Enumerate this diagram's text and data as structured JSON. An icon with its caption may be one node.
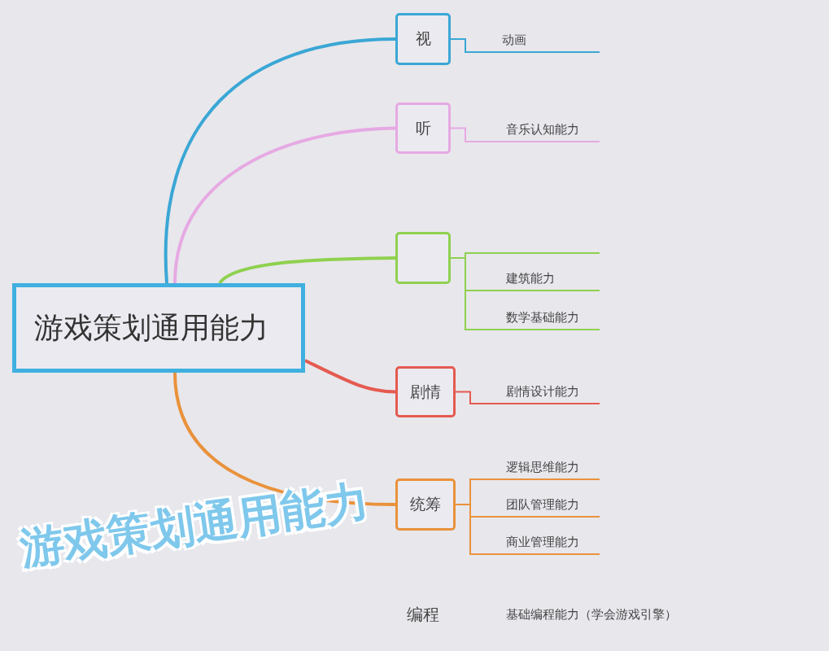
{
  "diagram": {
    "title": "游戏策划通用能力",
    "nodes": [
      {
        "text": [
          "游戏策划通用能力"
        ]
      },
      {
        "text": [
          "视"
        ]
      },
      {
        "text": [
          "动画"
        ]
      },
      {
        "text": [
          "听"
        ]
      },
      {
        "text": [
          "音乐认知能力"
        ]
      },
      {
        "text": [],
        "shape": "box"
      },
      {
        "text": [],
        "shape": "bar"
      },
      {
        "text": [
          "建筑能力"
        ]
      },
      {
        "text": [
          "数学基础能力"
        ]
      },
      {
        "text": [
          "剧情"
        ]
      },
      {
        "text": [
          "剧情设计能力"
        ]
      },
      {
        "text": [
          "统筹"
        ]
      },
      {
        "text": [
          "逻辑思维能力"
        ]
      },
      {
        "text": [
          "团队管理能力"
        ]
      },
      {
        "text": [
          "商业管理能力"
        ]
      }
    ],
    "edges": [
      {
        "from": 0,
        "to": 1,
        "arrow": "none",
        "color": "#3aa7d5",
        "style": "thick"
      },
      {
        "from": 1,
        "to": 2,
        "arrow": "none",
        "color": "#3aa7d5"
      },
      {
        "from": 0,
        "to": 3,
        "arrow": "none",
        "color": "#e6a9e3",
        "style": "thick"
      },
      {
        "from": 3,
        "to": 4,
        "arrow": "none",
        "color": "#e6a9e3"
      },
      {
        "from": 0,
        "to": 5,
        "arrow": "none",
        "color": "#8fd14f",
        "style": "thick"
      },
      {
        "from": 5,
        "to": 6,
        "arrow": "none",
        "color": "#8fd14f"
      },
      {
        "from": 5,
        "to": 7,
        "arrow": "none",
        "color": "#8fd14f"
      },
      {
        "from": 5,
        "to": 8,
        "arrow": "none",
        "color": "#8fd14f"
      },
      {
        "from": 0,
        "to": 9,
        "arrow": "none",
        "color": "#e55a50",
        "style": "thick"
      },
      {
        "from": 9,
        "to": 10,
        "arrow": "none",
        "color": "#e55a50"
      },
      {
        "from": 0,
        "to": 11,
        "arrow": "none",
        "color": "#e9923b",
        "style": "thick"
      },
      {
        "from": 11,
        "to": 12,
        "arrow": "none",
        "color": "#e9923b"
      },
      {
        "from": 11,
        "to": 13,
        "arrow": "none",
        "color": "#e9923b"
      },
      {
        "from": 11,
        "to": 14,
        "arrow": "none",
        "color": "#e9923b"
      }
    ],
    "labels": [
      "编程",
      "基础编程能力（学会游戏引擎）"
    ]
  }
}
